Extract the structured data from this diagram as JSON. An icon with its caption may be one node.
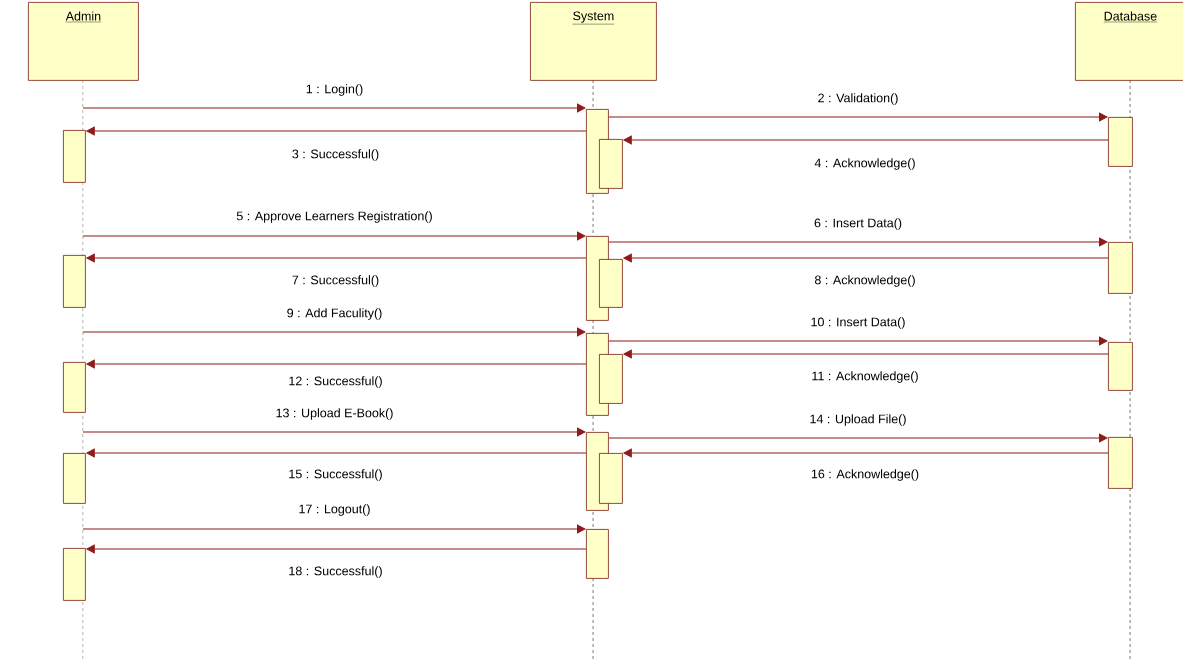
{
  "diagram": {
    "nodes": [
      {
        "text": [
          "Admin"
        ]
      },
      {
        "text": [
          "System"
        ]
      },
      {
        "text": [
          "Database"
        ]
      },
      {
        "text": [],
        "shape": "bar"
      },
      {
        "text": [],
        "shape": "bar"
      },
      {
        "text": [],
        "shape": "bar"
      },
      {
        "text": [],
        "shape": "bar"
      },
      {
        "text": [],
        "shape": "bar"
      },
      {
        "text": [],
        "shape": "bar"
      },
      {
        "text": [],
        "shape": "bar"
      },
      {
        "text": [],
        "shape": "bar"
      },
      {
        "text": [],
        "shape": "bar"
      },
      {
        "text": [],
        "shape": "bar"
      },
      {
        "text": [],
        "shape": "bar"
      },
      {
        "text": [],
        "shape": "bar"
      },
      {
        "text": [],
        "shape": "bar"
      },
      {
        "text": [],
        "shape": "bar"
      },
      {
        "text": [],
        "shape": "bar"
      },
      {
        "text": [],
        "shape": "bar"
      },
      {
        "text": [],
        "shape": "bar"
      },
      {
        "text": [],
        "shape": "bar"
      }
    ],
    "edges": [
      {
        "from": null,
        "to": 8,
        "arrow": "to",
        "label": "1 : Login()"
      },
      {
        "from": 8,
        "to": 17,
        "arrow": "to",
        "label": "2 : Validation()"
      },
      {
        "from": 8,
        "to": 3,
        "arrow": "to",
        "label": "3 : Successful()"
      },
      {
        "from": 17,
        "to": 13,
        "arrow": "to",
        "label": "4 : Acknowledge()"
      },
      {
        "from": null,
        "to": 9,
        "arrow": "to",
        "label": "5 : Approve Learners Registration()"
      },
      {
        "from": 9,
        "to": 18,
        "arrow": "to",
        "label": "6 : Insert Data()"
      },
      {
        "from": 9,
        "to": 4,
        "arrow": "to",
        "label": "7 : Successful()"
      },
      {
        "from": 18,
        "to": 14,
        "arrow": "to",
        "label": "8 : Acknowledge()"
      },
      {
        "from": null,
        "to": 10,
        "arrow": "to",
        "label": "9 : Add Faculity()"
      },
      {
        "from": 10,
        "to": 19,
        "arrow": "to",
        "label": "10 : Insert Data()"
      },
      {
        "from": 19,
        "to": 15,
        "arrow": "to",
        "label": "11 : Acknowledge()"
      },
      {
        "from": 10,
        "to": 5,
        "arrow": "to",
        "label": "12 : Successful()"
      },
      {
        "from": null,
        "to": 11,
        "arrow": "to",
        "label": "13 : Upload E-Book()"
      },
      {
        "from": 11,
        "to": 20,
        "arrow": "to",
        "label": "14 : Upload File()"
      },
      {
        "from": 11,
        "to": 6,
        "arrow": "to",
        "label": "15 : Successful()"
      },
      {
        "from": 20,
        "to": 16,
        "arrow": "to",
        "label": "16 : Acknowledge()"
      },
      {
        "from": null,
        "to": 12,
        "arrow": "to",
        "label": "17 : Logout()"
      },
      {
        "from": 12,
        "to": 7,
        "arrow": "to",
        "label": "18 : Successful()"
      }
    ]
  }
}
